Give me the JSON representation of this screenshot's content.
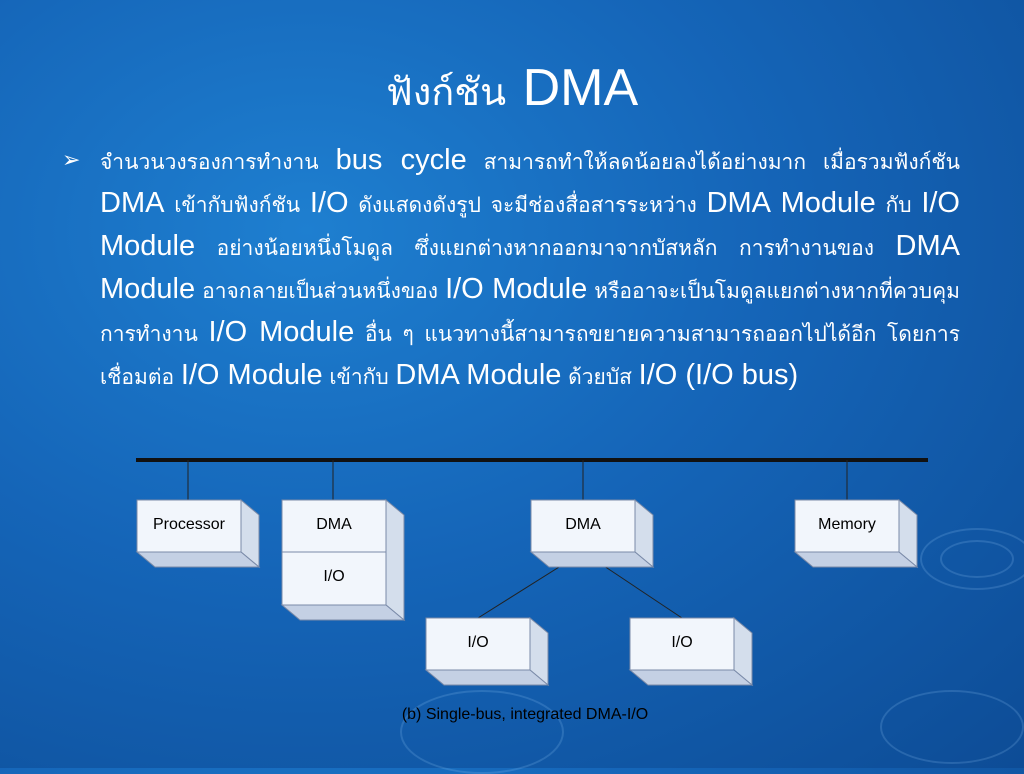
{
  "slide": {
    "title_thai": "ฟังก์ชัน",
    "title_latin": "DMA",
    "bullet_icon": "arrow-bullet-icon",
    "paragraph": [
      {
        "t": "จำนวนวงรองการทำงาน ",
        "en": false
      },
      {
        "t": "bus cycle",
        "en": true
      },
      {
        "t": " สามารถทำให้ลดน้อยลงได้อย่างมาก เมื่อรวมฟังก์ชัน ",
        "en": false
      },
      {
        "t": "DMA",
        "en": true
      },
      {
        "t": " เข้ากับฟังก์ชัน ",
        "en": false
      },
      {
        "t": "I/O",
        "en": true
      },
      {
        "t": " ดังแสดงดังรูป จะมีช่องสื่อสารระหว่าง ",
        "en": false
      },
      {
        "t": "DMA Module",
        "en": true
      },
      {
        "t": " กับ ",
        "en": false
      },
      {
        "t": "I/O Module",
        "en": true
      },
      {
        "t": " อย่างน้อยหนึ่งโมดูล ซึ่งแยกต่างหากออกมาจากบัสหลัก การทำงานของ ",
        "en": false
      },
      {
        "t": "DMA Module",
        "en": true
      },
      {
        "t": " อาจกลายเป็นส่วนหนึ่งของ ",
        "en": false
      },
      {
        "t": "I/O Module",
        "en": true
      },
      {
        "t": " หรืออาจะเป็นโมดูลแยกต่างหากที่ควบคุมการทำงาน ",
        "en": false
      },
      {
        "t": "I/O Module",
        "en": true
      },
      {
        "t": " อื่น ๆ แนวทางนี้สามารถขยายความสามารถออกไปได้อีก โดยการเชื่อมต่อ ",
        "en": false
      },
      {
        "t": "I/O Module",
        "en": true
      },
      {
        "t": " เข้ากับ ",
        "en": false
      },
      {
        "t": "DMA Module",
        "en": true
      },
      {
        "t": " ด้วยบัส ",
        "en": false
      },
      {
        "t": "I/O (I/O bus)",
        "en": true
      }
    ]
  },
  "diagram": {
    "boxes": {
      "processor": "Processor",
      "dma_left": "DMA",
      "io_left": "I/O",
      "dma_center": "DMA",
      "io_bottom_left": "I/O",
      "io_bottom_right": "I/O",
      "memory": "Memory"
    },
    "caption": "(b) Single-bus, integrated DMA-I/O"
  },
  "colors": {
    "background": "#1565b8",
    "box_face": "#f2f6fc",
    "box_side": "#d4deec",
    "text": "#ffffff"
  }
}
